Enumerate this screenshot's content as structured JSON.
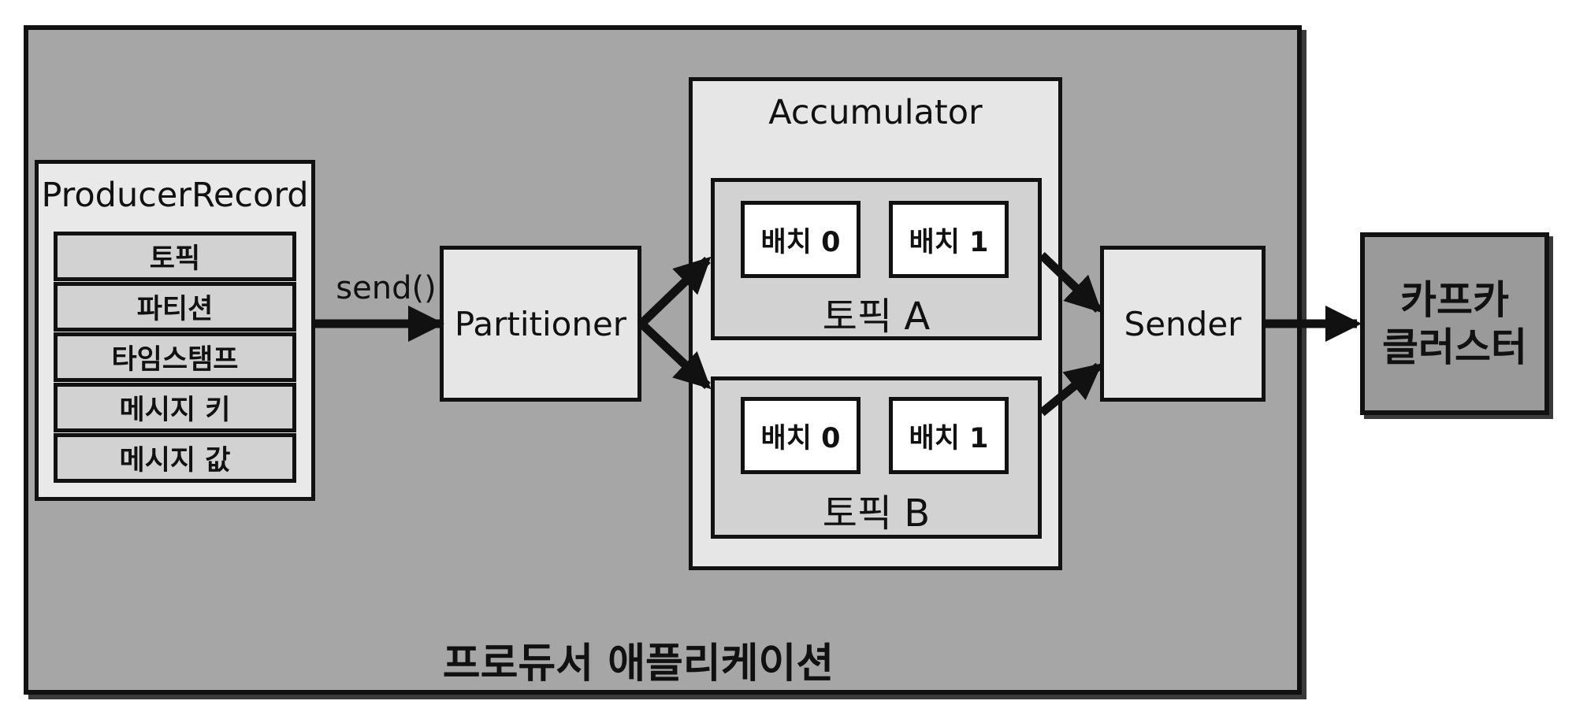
{
  "application": {
    "label": "프로듀서 애플리케이션"
  },
  "producer_record": {
    "title": "ProducerRecord",
    "fields": [
      "토픽",
      "파티션",
      "타임스탬프",
      "메시지 키",
      "메시지 값"
    ]
  },
  "send_label": "send()",
  "partitioner": {
    "label": "Partitioner"
  },
  "accumulator": {
    "title": "Accumulator",
    "topics": [
      {
        "label": "토픽 A",
        "batches": [
          "배치 0",
          "배치 1"
        ]
      },
      {
        "label": "토픽 B",
        "batches": [
          "배치 0",
          "배치 1"
        ]
      }
    ]
  },
  "sender": {
    "label": "Sender"
  },
  "kafka_cluster": {
    "line1": "카프카",
    "line2": "클러스터"
  }
}
